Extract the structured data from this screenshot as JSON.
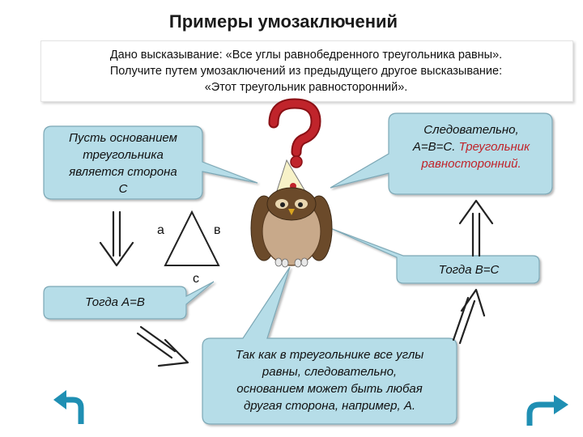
{
  "slide": {
    "title": "Примеры умозаключений"
  },
  "given": {
    "line1": "Дано высказывание: «Все углы равнобедренного треугольника равны».",
    "line2": "Получите путем умозаключений из предыдущего другое высказывание:",
    "line3": "«Этот треугольник равносторонний»."
  },
  "callouts": {
    "base": {
      "line1": "Пусть основанием",
      "line2": "треугольника",
      "line3": "является сторона",
      "line4": "С"
    },
    "conclusion": {
      "line1": "Следовательно,",
      "line2": "А=В=С.",
      "line2_red": "Треугольник",
      "line3_red": "равносторонний."
    },
    "then_ab": "Тогда А=В",
    "then_bc": "Тогда В=С",
    "since": {
      "line1": "Так как в треугольнике все углы",
      "line2": "равны, следовательно,",
      "line3": "основанием может быть любая",
      "line4": "другая сторона, например, А."
    }
  },
  "triangle": {
    "label_a": "а",
    "label_b": "в",
    "label_c": "с"
  },
  "colors": {
    "callout_fill": "#b6dde8",
    "callout_stroke": "#7ba7b5",
    "accent_red": "#c0242b",
    "nav_teal": "#1f8fb3"
  },
  "icons": {
    "question": "question-mark-icon",
    "owl": "owl-icon",
    "back": "return-left-icon",
    "forward": "return-right-icon"
  }
}
